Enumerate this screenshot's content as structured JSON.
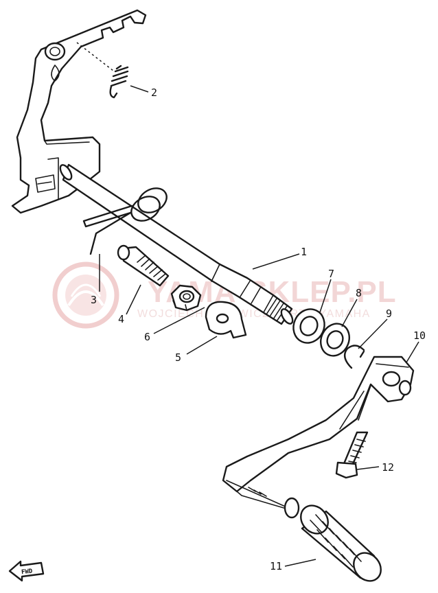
{
  "watermark": {
    "brand": "YAMA-SKLEP.PL",
    "tagline": "WOJCIECH MILEWICZ PARTS YAMAHA",
    "color": "#d9a0a0"
  },
  "callouts": [
    {
      "id": "1",
      "label": "1"
    },
    {
      "id": "2",
      "label": "2"
    },
    {
      "id": "3",
      "label": "3"
    },
    {
      "id": "4",
      "label": "4"
    },
    {
      "id": "5",
      "label": "5"
    },
    {
      "id": "6",
      "label": "6"
    },
    {
      "id": "7",
      "label": "7"
    },
    {
      "id": "8",
      "label": "8"
    },
    {
      "id": "9",
      "label": "9"
    },
    {
      "id": "10",
      "label": "10"
    },
    {
      "id": "11",
      "label": "11"
    },
    {
      "id": "12",
      "label": "12"
    }
  ],
  "direction_marker": {
    "label": "FWD",
    "icon": "arrow-left-icon"
  },
  "ink_color": "#1a1a1a"
}
